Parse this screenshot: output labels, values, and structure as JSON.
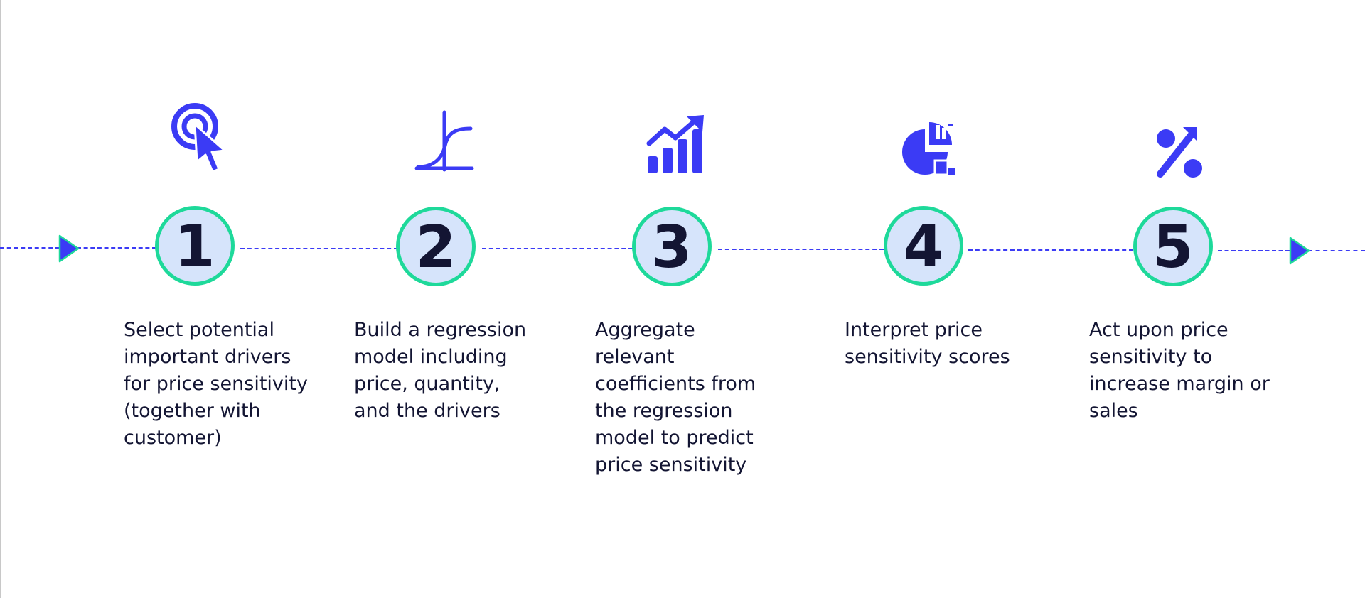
{
  "colors": {
    "accent": "#3b3bf5",
    "ring": "#1ed99a",
    "circle_fill": "#d6e4fb",
    "text": "#131533"
  },
  "steps": [
    {
      "number": "1",
      "icon": "cursor-target-icon",
      "text": "Select potential important drivers for price sensitivity (together with customer)"
    },
    {
      "number": "2",
      "icon": "curve-graph-icon",
      "text": "Build a regression model including price, quantity, and the drivers"
    },
    {
      "number": "3",
      "icon": "growth-chart-icon",
      "text": "Aggregate relevant coefficients from the regression model to predict price sensitivity"
    },
    {
      "number": "4",
      "icon": "pie-analytics-icon",
      "text": "Interpret price sensitivity scores"
    },
    {
      "number": "5",
      "icon": "percent-icon",
      "text": "Act upon price sensitivity to increase margin or sales"
    }
  ]
}
